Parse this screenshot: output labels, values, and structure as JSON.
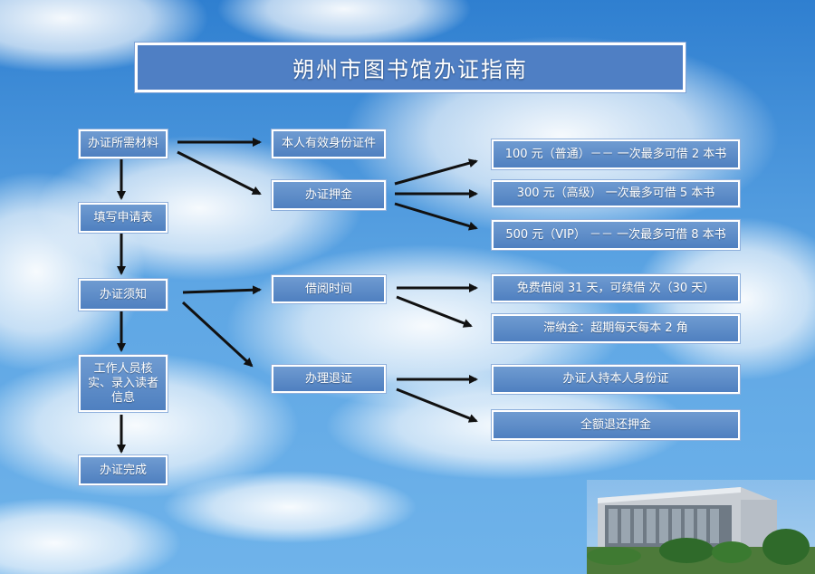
{
  "title": "朔州市图书馆办证指南",
  "steps": {
    "materials": "办证所需材料",
    "fill_form": "填写申请表",
    "notice": "办证须知",
    "staff_check": "工作人员核\n实、录入读者\n信息",
    "done": "办证完成"
  },
  "middle": {
    "id_card": "本人有效身份证件",
    "deposit": "办证押金",
    "borrow_time": "借阅时间",
    "refund": "办理退证"
  },
  "right": {
    "deposit_100": "100 元（普通）－－  一次最多可借 2 本书",
    "deposit_300": "300 元（高级）         一次最多可借 5 本书",
    "deposit_500": "500 元（VIP）  －－   一次最多可借 8 本书",
    "free_borrow": "免费借阅 31 天，可续借  次（30 天）",
    "late_fee": "滞纳金：超期每天每本 2 角",
    "refund_id": "办证人持本人身份证",
    "refund_full": "全额退还押金"
  },
  "colors": {
    "box_fill": "#5b8bc9",
    "box_border": "#ffffff",
    "sky": "#3f8fd8"
  }
}
